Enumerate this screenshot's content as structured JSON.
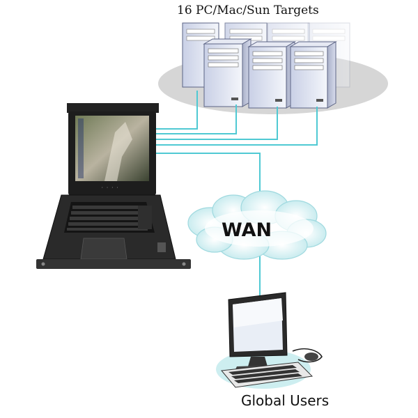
{
  "diagram": {
    "targets_label": "16 PC/Mac/Sun Targets",
    "network_label": "WAN",
    "users_label": "Global Users"
  },
  "colors": {
    "link": "#4fc9d3",
    "cloud": "#cdeef0",
    "pool": "#d2d2d2",
    "console": "#1d1d1d"
  },
  "icons": {
    "server": "server-tower-icon",
    "console": "rack-console-icon",
    "cloud": "cloud-icon",
    "workstation": "desktop-workstation-icon"
  }
}
